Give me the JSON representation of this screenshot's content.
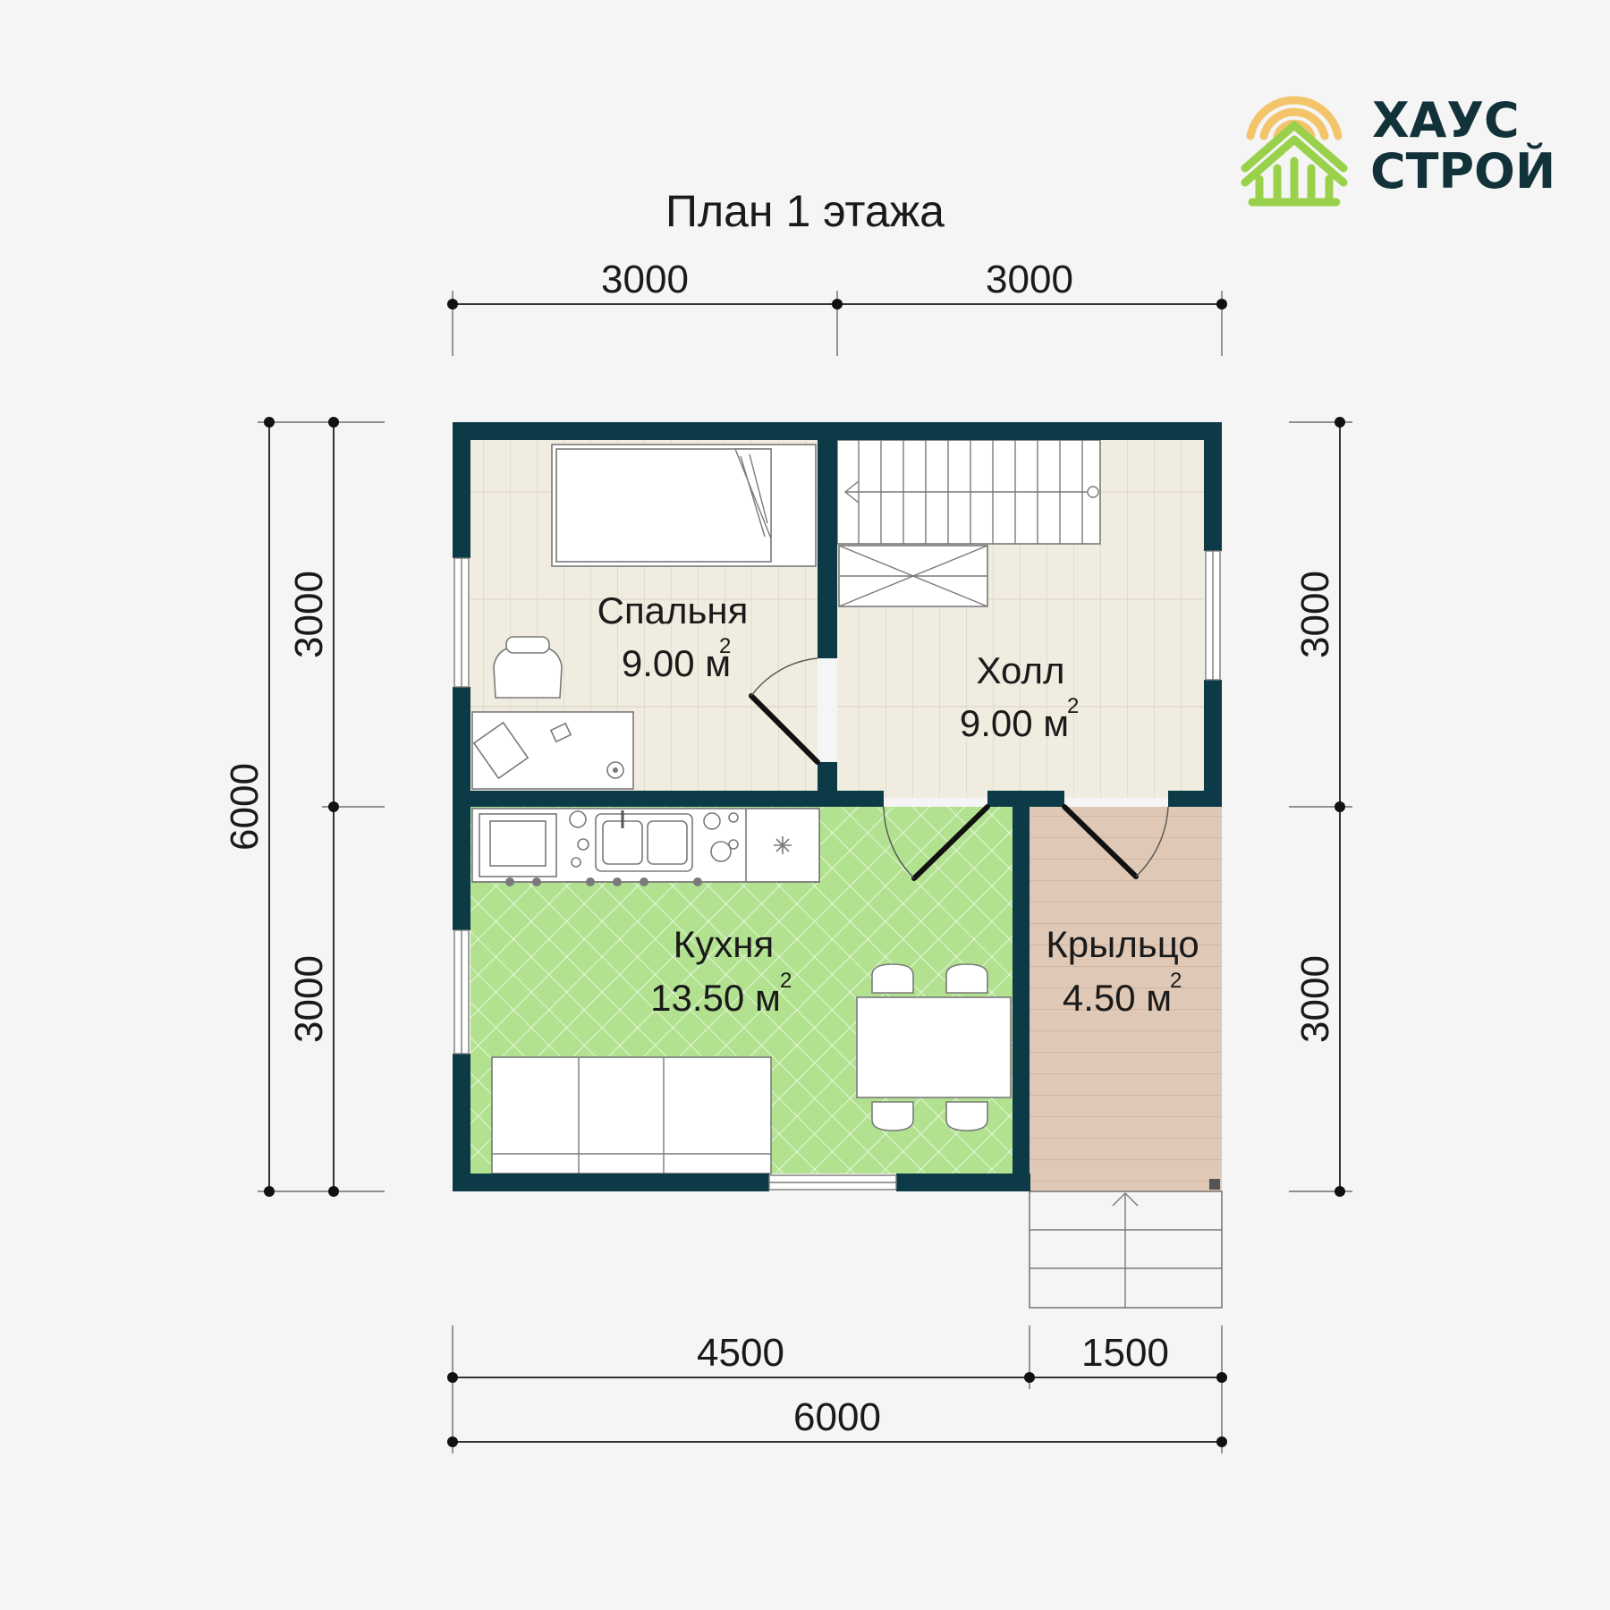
{
  "logo": {
    "line1": "ХАУС",
    "line2": "СТРОЙ",
    "text_color": "#12323a",
    "arc_color": "#f3c46a",
    "house_color": "#9ad14b"
  },
  "title": "План 1 этажа",
  "dimensions": {
    "top_left": "3000",
    "top_right": "3000",
    "left_total": "6000",
    "left_upper": "3000",
    "left_lower": "3000",
    "right_upper": "3000",
    "right_lower": "3000",
    "bottom_left": "4500",
    "bottom_right": "1500",
    "bottom_total": "6000"
  },
  "rooms": {
    "bedroom": {
      "name": "Спальня",
      "area": "9.00 м",
      "sup": "2"
    },
    "hall": {
      "name": "Холл",
      "area": "9.00 м",
      "sup": "2"
    },
    "kitchen": {
      "name": "Кухня",
      "area": "13.50 м",
      "sup": "2"
    },
    "porch": {
      "name": "Крыльцо",
      "area": "4.50 м",
      "sup": "2"
    }
  },
  "colors": {
    "wall": "#0d3a47",
    "wood_floor": "#f1ece0",
    "kitchen_tile": "#b2e290",
    "porch_deck": "#dfc8b5",
    "background": "#f5f5f5"
  }
}
